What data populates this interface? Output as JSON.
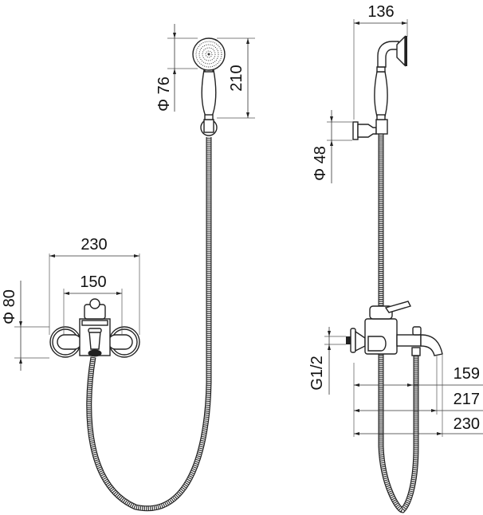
{
  "drawing": {
    "front_view": {
      "dimensions": {
        "overall_width": "230",
        "inlet_spacing": "150",
        "flange_diameter": "Φ 80",
        "handshower_head_diameter": "Φ 76",
        "handshower_length": "210"
      }
    },
    "side_view": {
      "dimensions": {
        "handshower_projection": "136",
        "holder_diameter": "Φ 48",
        "thread_size": "G1/2",
        "depth_to_outlet": "159",
        "depth_to_spout": "217",
        "overall_depth": "230"
      }
    },
    "colors": {
      "line": "#222222",
      "background": "#ffffff"
    }
  }
}
